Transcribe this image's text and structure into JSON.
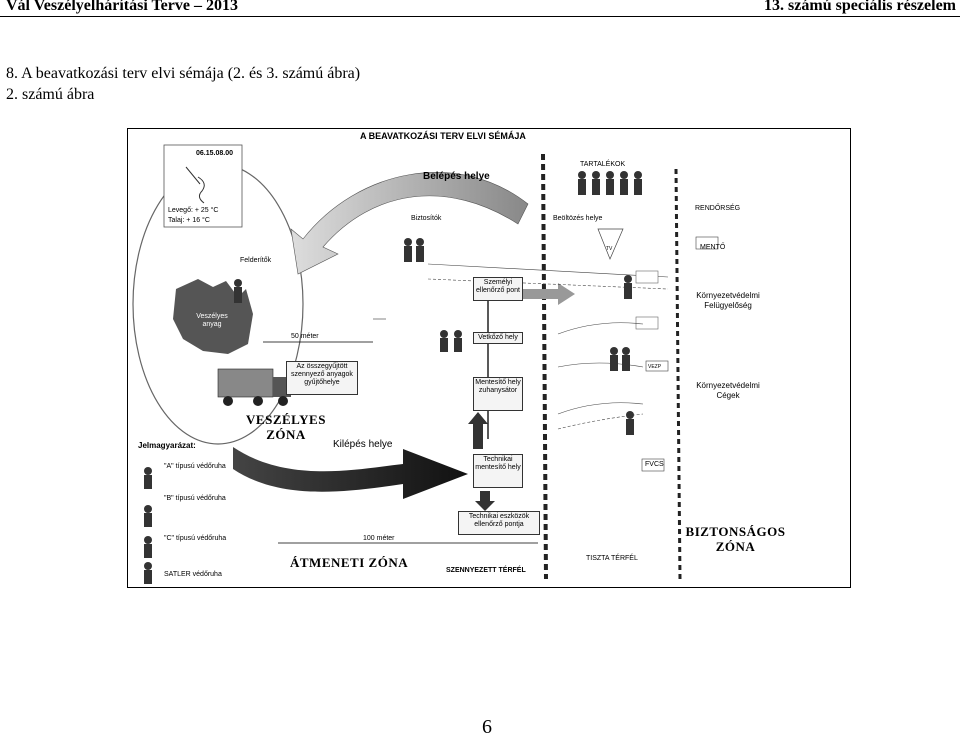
{
  "header": {
    "left": "Vál Veszélyelhárítási Terve – 2013",
    "right": "13. számú speciális részelem"
  },
  "section_heading": "8.   A beavatkozási terv elvi sémája (2. és 3. számú ábra)",
  "figure_caption": "2. számú ábra",
  "figure": {
    "title": "A BEAVATKOZÁSI TERV ELVI SÉMÁJA",
    "weather": {
      "datetime": "06.15.08.00",
      "air_temp": "Levegő: + 25 °C",
      "ground_temp": "Talaj: + 16 °C"
    },
    "labels": {
      "entry": "Belépés helye",
      "exit": "Kilépés helye",
      "scouts": "Felderítők",
      "guards": "Biztosítók",
      "reserves": "TARTALÉKOK",
      "dress_point": "Beöltözés helye",
      "hazardous": "Veszélyes anyag",
      "dist50": "50 méter",
      "dist100": "100 méter",
      "police": "RENDŐRSÉG",
      "ambulance": "MENTŐ",
      "tv": "TV",
      "env_authority": "Környezetvédelmi Felügyelőség",
      "env_companies": "Környezetvédelmi Cégek",
      "vezp": "VEZP",
      "fvcs": "FVCS",
      "contaminated": "SZENNYEZETT TÉRFÉL",
      "clean": "TISZTA TÉRFÉL"
    },
    "boxes": {
      "personal_check": "Személyi ellenőrző pont",
      "undress": "Vetkőző hely",
      "shower": "Mentesítő hely zuhanysátor",
      "collect": "Az összegyűjtött szennyező anyagok gyűjtőhelye",
      "tech_decon": "Technikai mentesítő hely",
      "tech_check": "Technikai eszközök ellenőrző pontja"
    },
    "zones": {
      "danger": "VESZÉLYES ZÓNA",
      "transition": "ÁTMENETI ZÓNA",
      "safe": "BIZTONSÁGOS ZÓNA"
    },
    "legend": {
      "title": "Jelmagyarázat:",
      "items": [
        "\"A\" típusú védőruha",
        "\"B\" típusú védőruha",
        "\"C\" típusú védőruha",
        "SATLER  védőruha"
      ]
    }
  },
  "page_number": "6"
}
